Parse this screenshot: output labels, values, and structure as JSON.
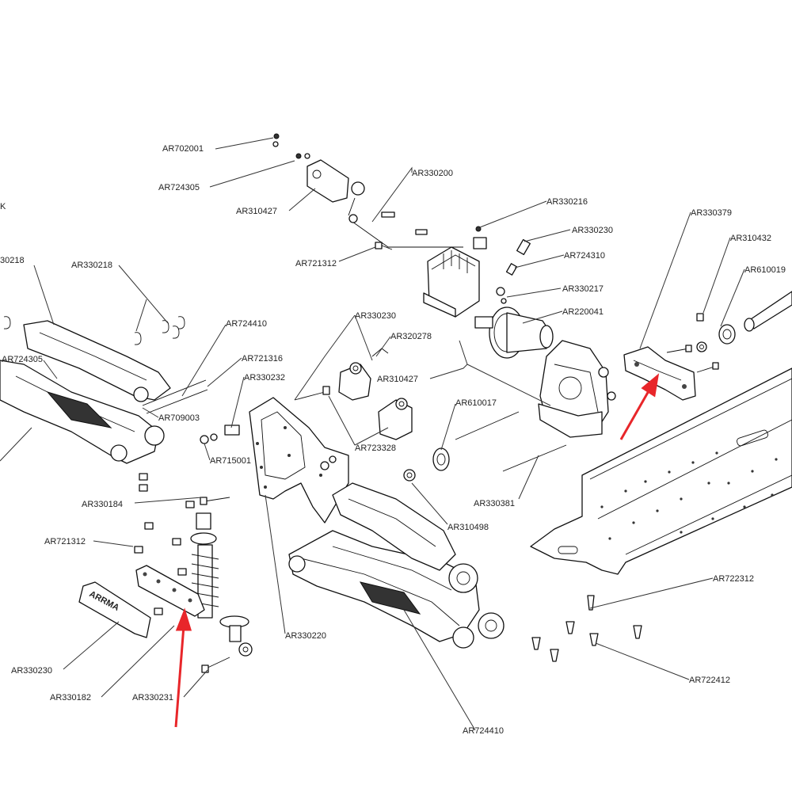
{
  "labels": {
    "ar702001": "AR702001",
    "ar724305_top": "AR724305",
    "ar310427_top": "AR310427",
    "ar330200": "AR330200",
    "ar721312_center": "AR721312",
    "ar330216": "AR330216",
    "ar330230_right": "AR330230",
    "ar724310": "AR724310",
    "ar330217": "AR330217",
    "ar220041": "AR220041",
    "ar330379": "AR330379",
    "ar310432": "AR310432",
    "ar610019": "AR610019",
    "edge_k": "K",
    "edge_330218": "30218",
    "ar330218": "AR330218",
    "ar724305_left": "AR724305",
    "ar724410_upper": "AR724410",
    "ar721316": "AR721316",
    "ar330232": "AR330232",
    "ar709003": "AR709003",
    "ar715001": "AR715001",
    "ar330230_center": "AR330230",
    "ar320278": "AR320278",
    "ar310427_center": "AR310427",
    "ar723328": "AR723328",
    "ar610017": "AR610017",
    "ar330381": "AR330381",
    "ar310498": "AR310498",
    "ar330184": "AR330184",
    "ar721312_left": "AR721312",
    "ar330220": "AR330220",
    "ar722312": "AR722312",
    "ar330230_left": "AR330230",
    "ar330182": "AR330182",
    "ar330231": "AR330231",
    "ar722412": "AR722412",
    "ar724410_bottom": "AR724410",
    "logo_text": "ARRMA"
  },
  "colors": {
    "pointer": "#e8262a",
    "line": "#111111",
    "background": "#ffffff"
  }
}
